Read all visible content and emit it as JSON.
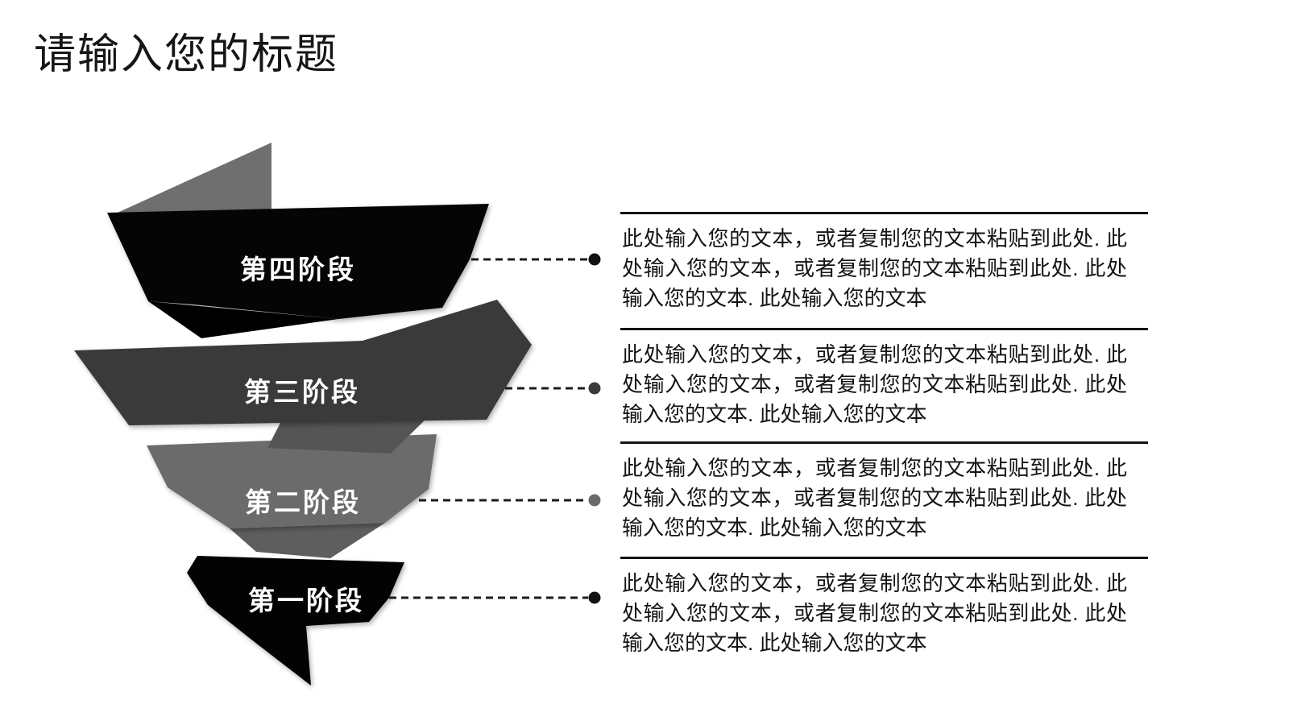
{
  "slide": {
    "title": "请输入您的标题"
  },
  "funnel": {
    "stages": [
      {
        "label": "第四阶段",
        "color": "#050505",
        "dot_color": "#111111"
      },
      {
        "label": "第三阶段",
        "color": "#3a3a3a",
        "dot_color": "#3a3a3a"
      },
      {
        "label": "第二阶段",
        "color": "#6b6b6b",
        "dot_color": "#6b6b6b"
      },
      {
        "label": "第一阶段",
        "color": "#030303",
        "dot_color": "#111111"
      }
    ]
  },
  "content_blocks": [
    {
      "text": "此处输入您的文本，或者复制您的文本粘贴到此处. 此处输入您的文本，或者复制您的文本粘贴到此处. 此处输入您的文本. 此处输入您的文本"
    },
    {
      "text": "此处输入您的文本，或者复制您的文本粘贴到此处. 此处输入您的文本，或者复制您的文本粘贴到此处. 此处输入您的文本. 此处输入您的文本"
    },
    {
      "text": "此处输入您的文本，或者复制您的文本粘贴到此处. 此处输入您的文本，或者复制您的文本粘贴到此处. 此处输入您的文本. 此处输入您的文本"
    },
    {
      "text": "此处输入您的文本，或者复制您的文本粘贴到此处. 此处输入您的文本，或者复制您的文本粘贴到此处. 此处输入您的文本. 此处输入您的文本"
    }
  ]
}
